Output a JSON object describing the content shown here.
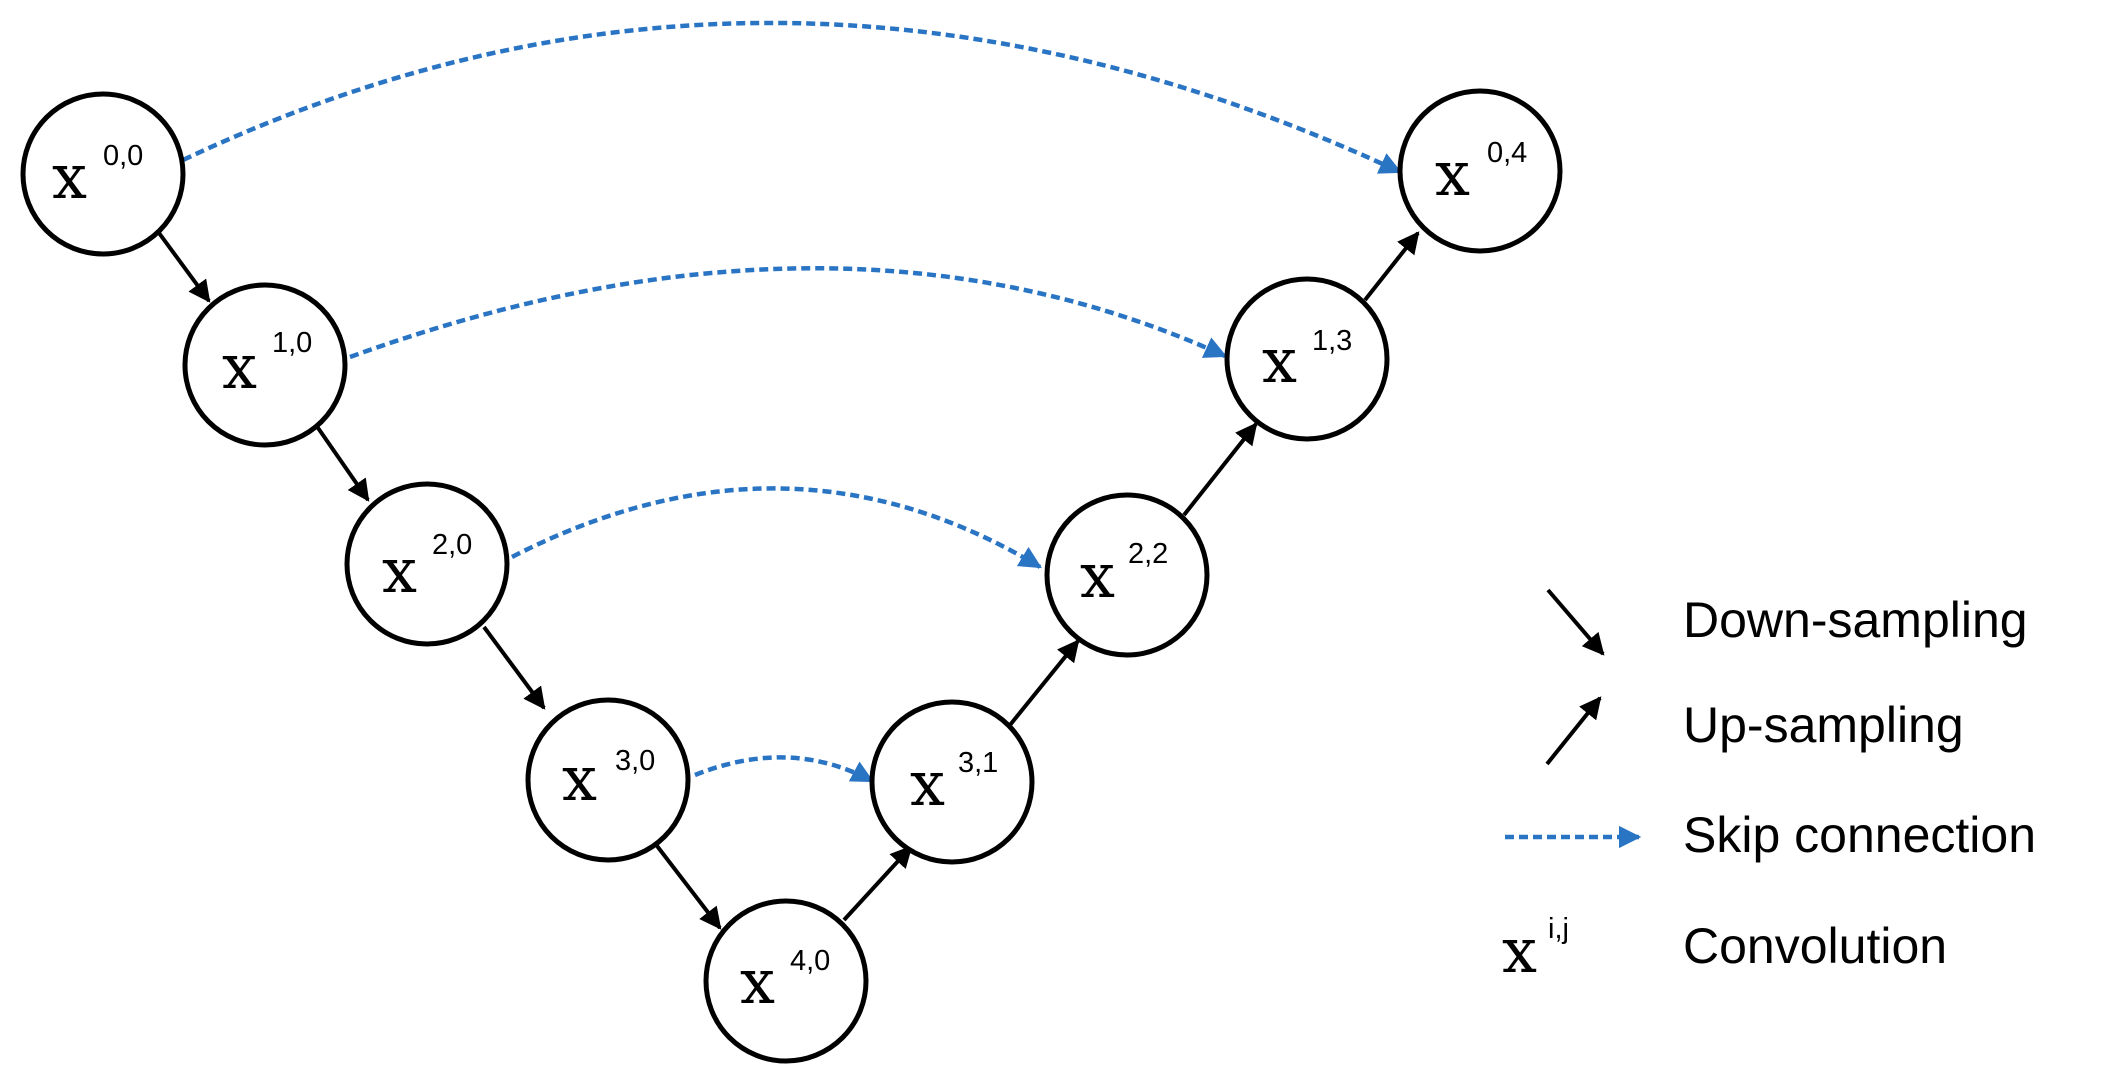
{
  "colors": {
    "node_stroke": "#000000",
    "arrow": "#000000",
    "skip": "#2a74c4"
  },
  "nodes": [
    {
      "id": "x00",
      "base": "x",
      "sup": "0,0"
    },
    {
      "id": "x10",
      "base": "x",
      "sup": "1,0"
    },
    {
      "id": "x20",
      "base": "x",
      "sup": "2,0"
    },
    {
      "id": "x30",
      "base": "x",
      "sup": "3,0"
    },
    {
      "id": "x40",
      "base": "x",
      "sup": "4,0"
    },
    {
      "id": "x31",
      "base": "x",
      "sup": "3,1"
    },
    {
      "id": "x22",
      "base": "x",
      "sup": "2,2"
    },
    {
      "id": "x13",
      "base": "x",
      "sup": "1,3"
    },
    {
      "id": "x04",
      "base": "x",
      "sup": "0,4"
    }
  ],
  "edges": {
    "down": [
      {
        "from": "x00",
        "to": "x10"
      },
      {
        "from": "x10",
        "to": "x20"
      },
      {
        "from": "x20",
        "to": "x30"
      },
      {
        "from": "x30",
        "to": "x40"
      }
    ],
    "up": [
      {
        "from": "x40",
        "to": "x31"
      },
      {
        "from": "x31",
        "to": "x22"
      },
      {
        "from": "x22",
        "to": "x13"
      },
      {
        "from": "x13",
        "to": "x04"
      }
    ],
    "skip": [
      {
        "from": "x00",
        "to": "x04"
      },
      {
        "from": "x10",
        "to": "x13"
      },
      {
        "from": "x20",
        "to": "x22"
      },
      {
        "from": "x30",
        "to": "x31"
      }
    ]
  },
  "legend": {
    "down_sampling": "Down-sampling",
    "up_sampling": "Up-sampling",
    "skip_connection": "Skip connection",
    "convolution": "Convolution",
    "convolution_symbol": {
      "base": "x",
      "sup": "i,j"
    }
  }
}
